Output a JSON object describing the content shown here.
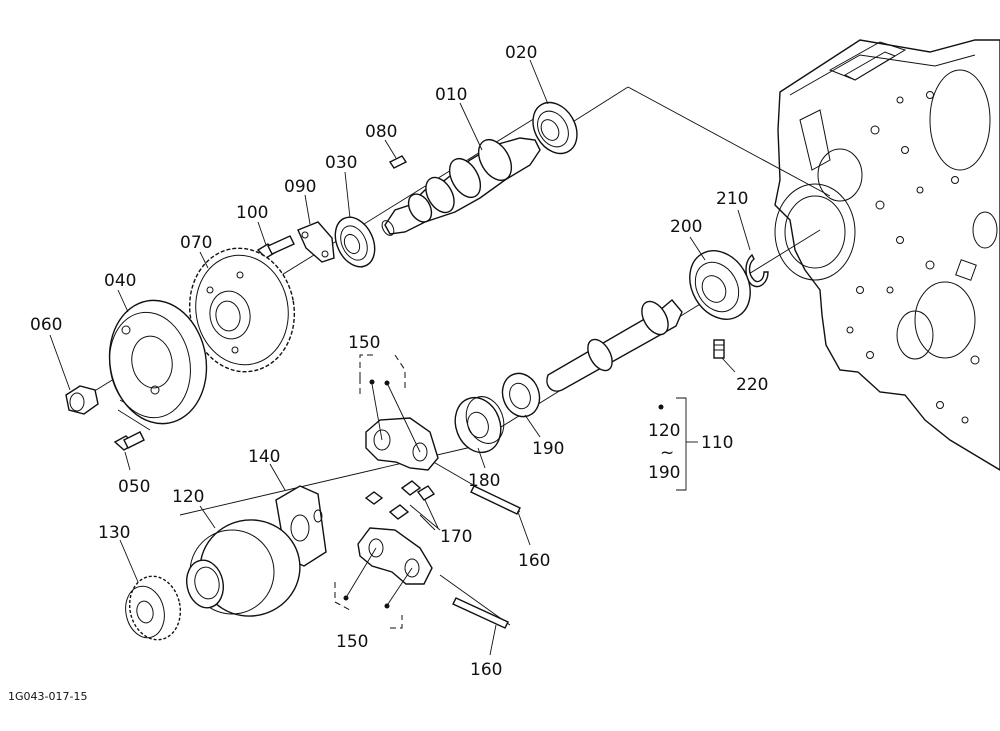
{
  "diagram": {
    "labels": {
      "p010": "010",
      "p020": "020",
      "p030": "030",
      "p040": "040",
      "p050": "050",
      "p060": "060",
      "p070": "070",
      "p080": "080",
      "p090": "090",
      "p100": "100",
      "p110": "110",
      "p120a": "120",
      "p120b": "120",
      "tilde": "~",
      "p130": "130",
      "p140": "140",
      "p150a": "150",
      "p150b": "150",
      "p160a": "160",
      "p160b": "160",
      "p170": "170",
      "p180": "180",
      "p190a": "190",
      "p190b": "190",
      "p200": "200",
      "p210": "210",
      "p220": "220"
    },
    "reference_code": "1G043-017-15"
  }
}
